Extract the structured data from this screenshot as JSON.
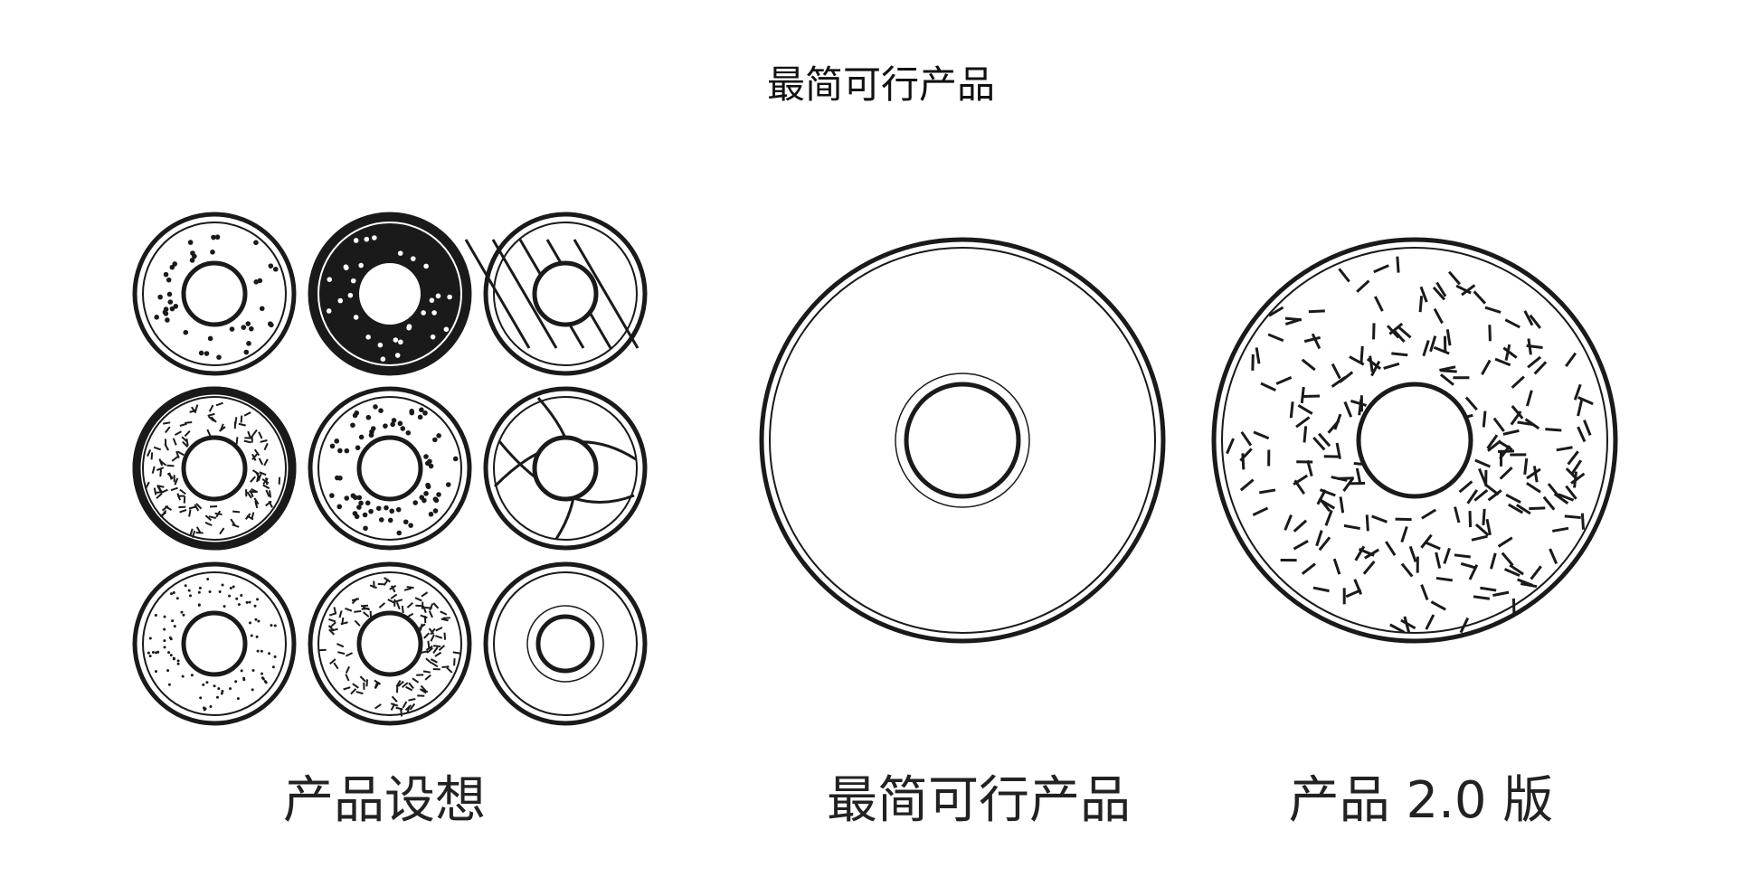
{
  "title": "最简可行产品",
  "groups": [
    {
      "label": "产品设想",
      "count": 9
    },
    {
      "label": "最简可行产品",
      "count": 1
    },
    {
      "label": "产品 2.0 版",
      "count": 1
    }
  ],
  "colors": {
    "ink": "#1a1a1a",
    "background": "#ffffff"
  }
}
